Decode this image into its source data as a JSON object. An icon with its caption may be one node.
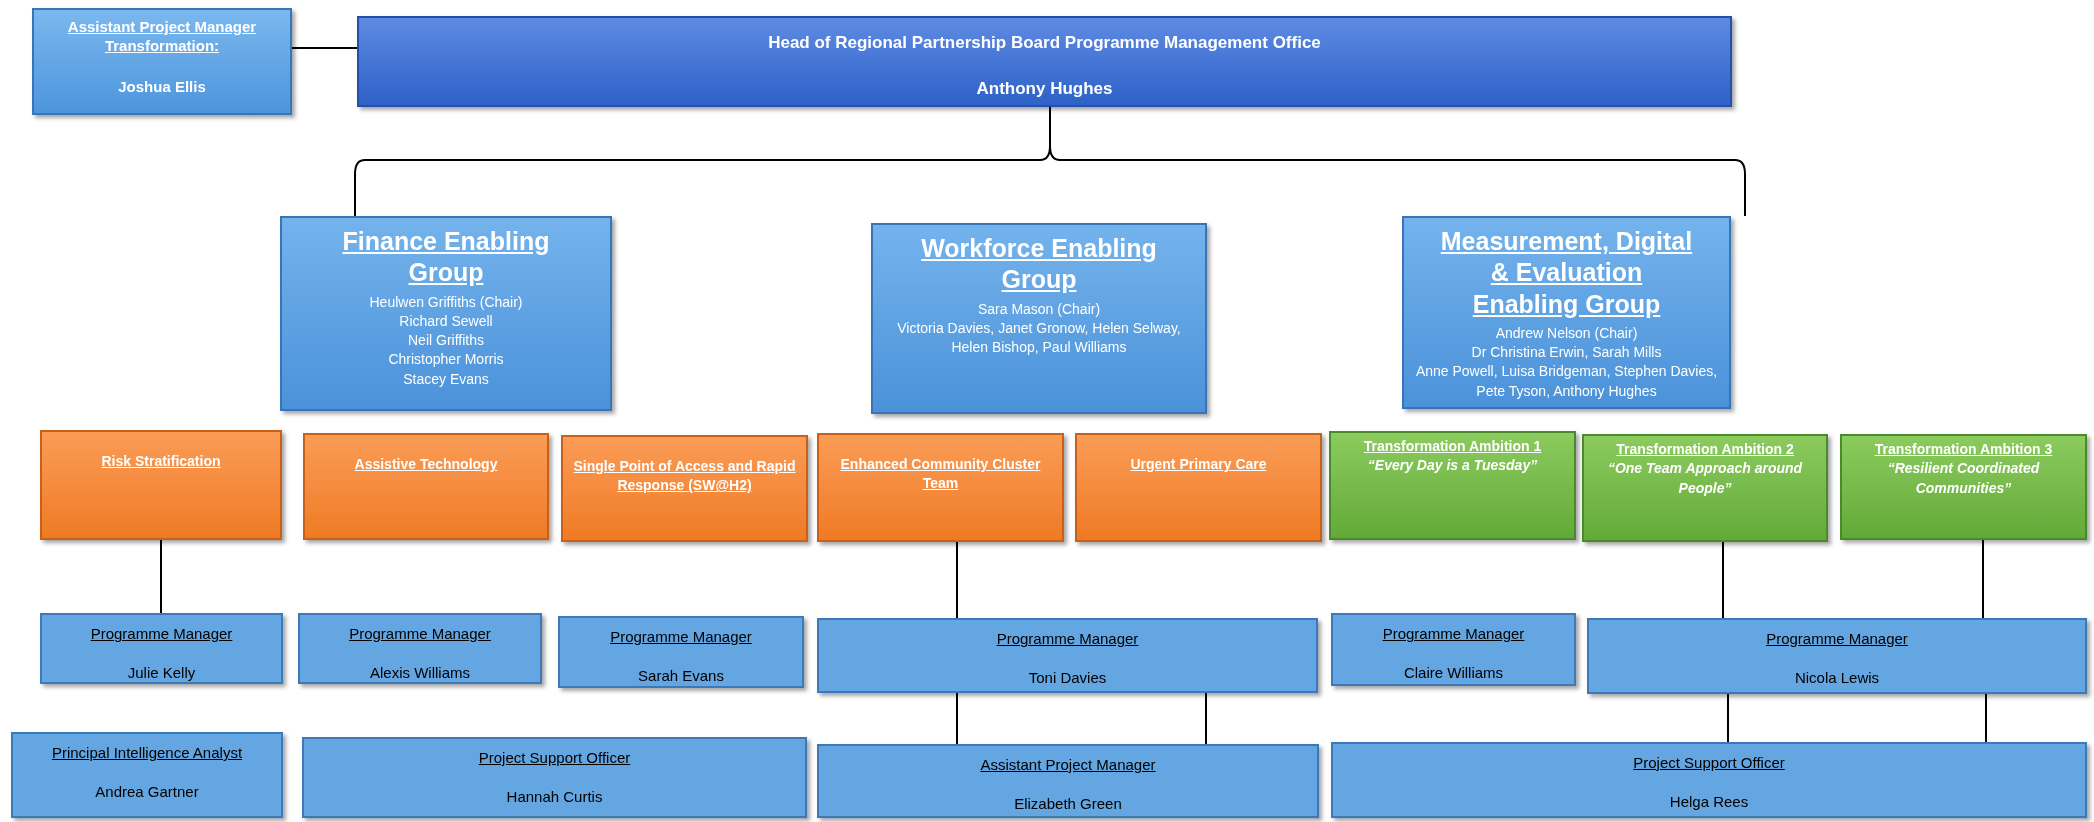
{
  "diagram": {
    "nodes": [
      {
        "text": [
          "Assistant Project Manager Transformation:",
          "Joshua Ellis"
        ]
      },
      {
        "text": [
          "Head of Regional Partnership Board Programme Management Office",
          "Anthony Hughes"
        ]
      },
      {
        "text": [
          "Finance Enabling Group",
          "Heulwen Griffiths (Chair)",
          "Richard Sewell",
          "Neil Griffiths",
          "Christopher Morris",
          "Stacey Evans"
        ]
      },
      {
        "text": [
          "Workforce Enabling Group",
          "Sara Mason (Chair)",
          "Victoria Davies, Janet Gronow, Helen Selway, Helen Bishop, Paul Williams"
        ]
      },
      {
        "text": [
          "Measurement, Digital & Evaluation Enabling Group",
          "Andrew Nelson (Chair)",
          "Dr Christina Erwin, Sarah Mills",
          "Anne Powell, Luisa Bridgeman, Stephen Davies, Pete Tyson, Anthony Hughes"
        ]
      },
      {
        "text": [
          "Risk Stratification"
        ]
      },
      {
        "text": [
          "Assistive Technology"
        ]
      },
      {
        "text": [
          "Single Point of Access and Rapid Response (SW@H2)"
        ]
      },
      {
        "text": [
          "Enhanced Community Cluster Team"
        ]
      },
      {
        "text": [
          "Urgent Primary Care"
        ]
      },
      {
        "text": [
          "Transformation Ambition 1",
          "“Every Day is a Tuesday”"
        ]
      },
      {
        "text": [
          "Transformation Ambition 2",
          "“One Team Approach around People”"
        ]
      },
      {
        "text": [
          "Transformation Ambition 3",
          "“Resilient Coordinated Communities”"
        ]
      },
      {
        "text": [
          "Programme Manager",
          "Julie Kelly"
        ]
      },
      {
        "text": [
          "Programme Manager",
          "Alexis Williams"
        ]
      },
      {
        "text": [
          "Programme Manager",
          "Sarah Evans"
        ]
      },
      {
        "text": [
          "Programme Manager",
          "Toni Davies"
        ]
      },
      {
        "text": [
          "Programme Manager",
          "Claire Williams"
        ]
      },
      {
        "text": [
          "Programme Manager",
          "Nicola Lewis"
        ]
      },
      {
        "text": [
          "Principal Intelligence Analyst",
          "Andrea Gartner"
        ]
      },
      {
        "text": [
          "Project Support Officer",
          "Hannah Curtis"
        ]
      },
      {
        "text": [
          "Assistant Project Manager",
          "Elizabeth Green"
        ]
      },
      {
        "text": [
          "Project Support Officer",
          "Helga Rees"
        ]
      }
    ],
    "edges": [
      {
        "from": 0,
        "to": 1,
        "arrow": "none"
      },
      {
        "from": 1,
        "to": 2,
        "arrow": "none"
      },
      {
        "from": 1,
        "to": 4,
        "arrow": "none"
      },
      {
        "from": 5,
        "to": 13,
        "arrow": "none"
      },
      {
        "from": 8,
        "to": 16,
        "arrow": "none"
      },
      {
        "from": 11,
        "to": 18,
        "arrow": "none"
      },
      {
        "from": 12,
        "to": 18,
        "arrow": "none"
      },
      {
        "from": 16,
        "to": 21,
        "arrow": "none"
      },
      {
        "from": 16,
        "to": 21,
        "arrow": "none"
      },
      {
        "from": 18,
        "to": 22,
        "arrow": "none"
      },
      {
        "from": 18,
        "to": 22,
        "arrow": "none"
      }
    ]
  }
}
